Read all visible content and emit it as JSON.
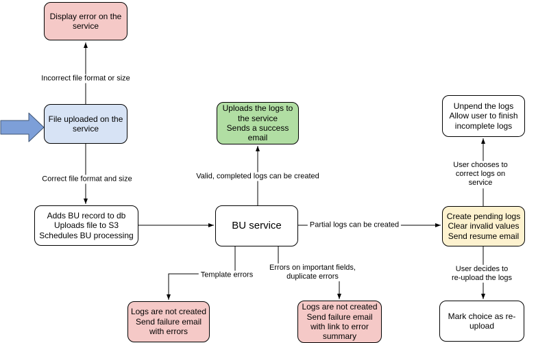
{
  "nodes": {
    "display_error": {
      "label": "Display error on the\nservice"
    },
    "file_uploaded": {
      "label": "File uploaded on the\nservice"
    },
    "adds_bu": {
      "label": "Adds BU record to db\nUploads file to S3\nSchedules BU processing"
    },
    "uploads_logs": {
      "label": "Uploads the logs to\nthe service\nSends a success\nemail"
    },
    "bu_service": {
      "label": "BU service"
    },
    "create_pending": {
      "label": "Create pending logs\nClear invalid values\nSend resume email"
    },
    "unpend": {
      "label": "Unpend the logs\nAllow user to finish\nincomplete logs"
    },
    "mark_choice": {
      "label": "Mark choice as re-\nupload"
    },
    "fail_template": {
      "label": "Logs are not created\nSend failure email\nwith errors"
    },
    "fail_fields": {
      "label": "Logs are not created\nSend failure email\nwith link to error\nsummary"
    }
  },
  "edge_labels": {
    "incorrect": "Incorrect file format or size",
    "correct": "Correct file format and size",
    "valid": "Valid, completed logs can be created",
    "partial": "Partial logs can be created",
    "template": "Template errors",
    "fields": "Errors on important fields,\nduplicate errors",
    "chooses": "User chooses to correct logs on service",
    "decides": "User decides to re-upload the logs"
  },
  "colors": {
    "error_fill": "#f5c9c7",
    "input_fill": "#d7e3f5",
    "success_fill": "#b1dea3",
    "pending_fill": "#fdf2cf",
    "plain_fill": "#ffffff",
    "node_border": "#000000",
    "connector": "#000000",
    "start_arrow_fill": "#7d9fd8",
    "start_arrow_border": "#3f5574"
  }
}
